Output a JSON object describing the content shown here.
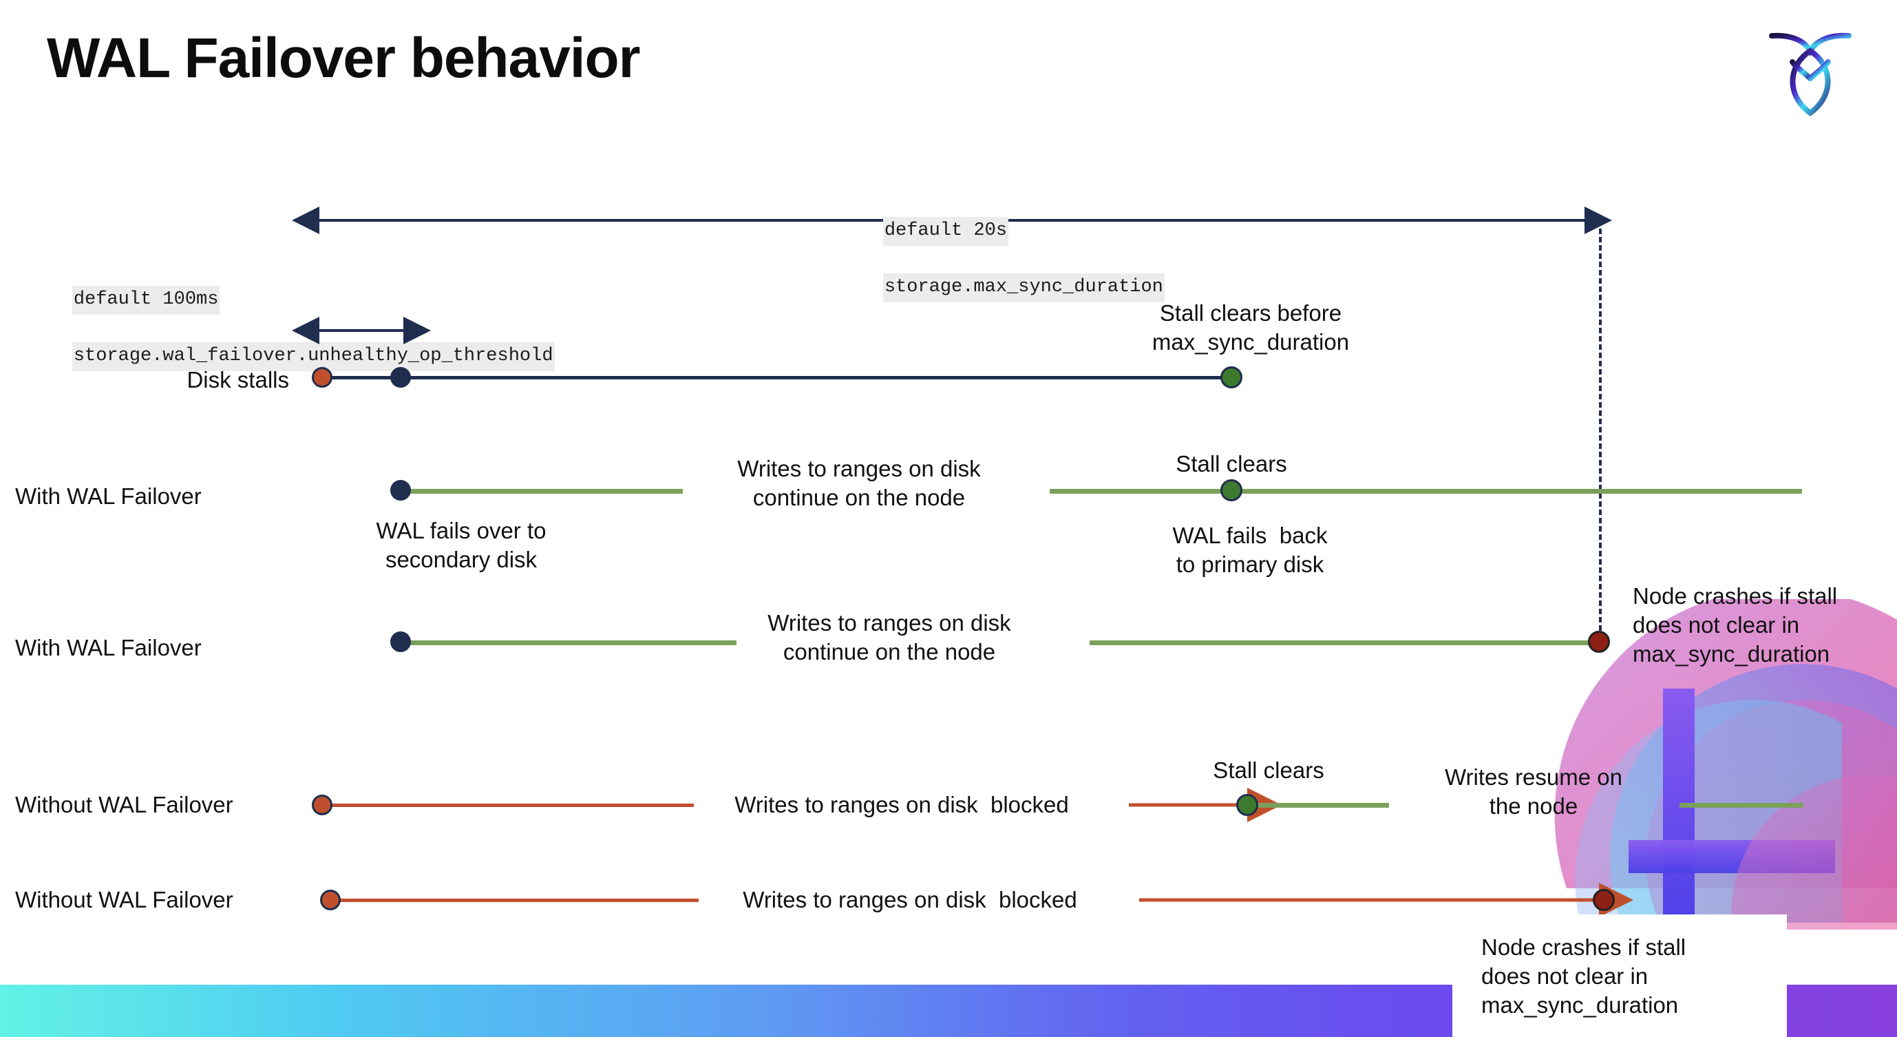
{
  "slide": {
    "title": "WAL Failover behavior",
    "logo_name": "cockroachdb-logo"
  },
  "annotations": {
    "max_sync": {
      "line1": "default 20s",
      "line2": "storage.max_sync_duration"
    },
    "unhealthy_threshold": {
      "line1": "default 100ms",
      "line2": "storage.wal_failover.unhealthy_op_threshold"
    }
  },
  "rows": [
    {
      "id": "disk-stalls",
      "label": "Disk stalls",
      "notes": [
        {
          "id": "stall-clears-before",
          "text": "Stall clears before\nmax_sync_duration"
        }
      ]
    },
    {
      "id": "with-wal-failover-recovers",
      "label": "With WAL Failover",
      "notes": [
        {
          "id": "writes-continue",
          "text": "Writes to ranges on disk\ncontinue on the node"
        },
        {
          "id": "wal-fails-over",
          "text": "WAL fails over to\nsecondary disk"
        },
        {
          "id": "stall-clears",
          "text": "Stall clears"
        },
        {
          "id": "wal-fails-back",
          "text": "WAL fails  back\nto primary disk"
        }
      ]
    },
    {
      "id": "with-wal-failover-crashes",
      "label": "With WAL Failover",
      "notes": [
        {
          "id": "writes-continue-2",
          "text": "Writes to ranges on disk\ncontinue on the node"
        },
        {
          "id": "node-crashes-1",
          "text": "Node crashes if stall\ndoes not clear in\nmax_sync_duration"
        }
      ]
    },
    {
      "id": "without-wal-failover-recovers",
      "label": "Without WAL Failover",
      "notes": [
        {
          "id": "writes-blocked",
          "text": "Writes to ranges on disk  blocked"
        },
        {
          "id": "stall-clears-2",
          "text": "Stall clears"
        },
        {
          "id": "writes-resume",
          "text": "Writes resume on\nthe node"
        }
      ]
    },
    {
      "id": "without-wal-failover-crashes",
      "label": "Without WAL Failover",
      "notes": [
        {
          "id": "writes-blocked-2",
          "text": "Writes to ranges on disk  blocked"
        },
        {
          "id": "node-crashes-2",
          "text": "Node crashes if stall\ndoes not clear in\nmax_sync_duration"
        }
      ]
    }
  ],
  "colors": {
    "navy": "#1F2D4E",
    "orange": "#C0502D",
    "green_line": "#7BA05B",
    "green_dot": "#3E7A2E",
    "dark_red": "#8E1F14",
    "code_bg": "#ececec"
  }
}
